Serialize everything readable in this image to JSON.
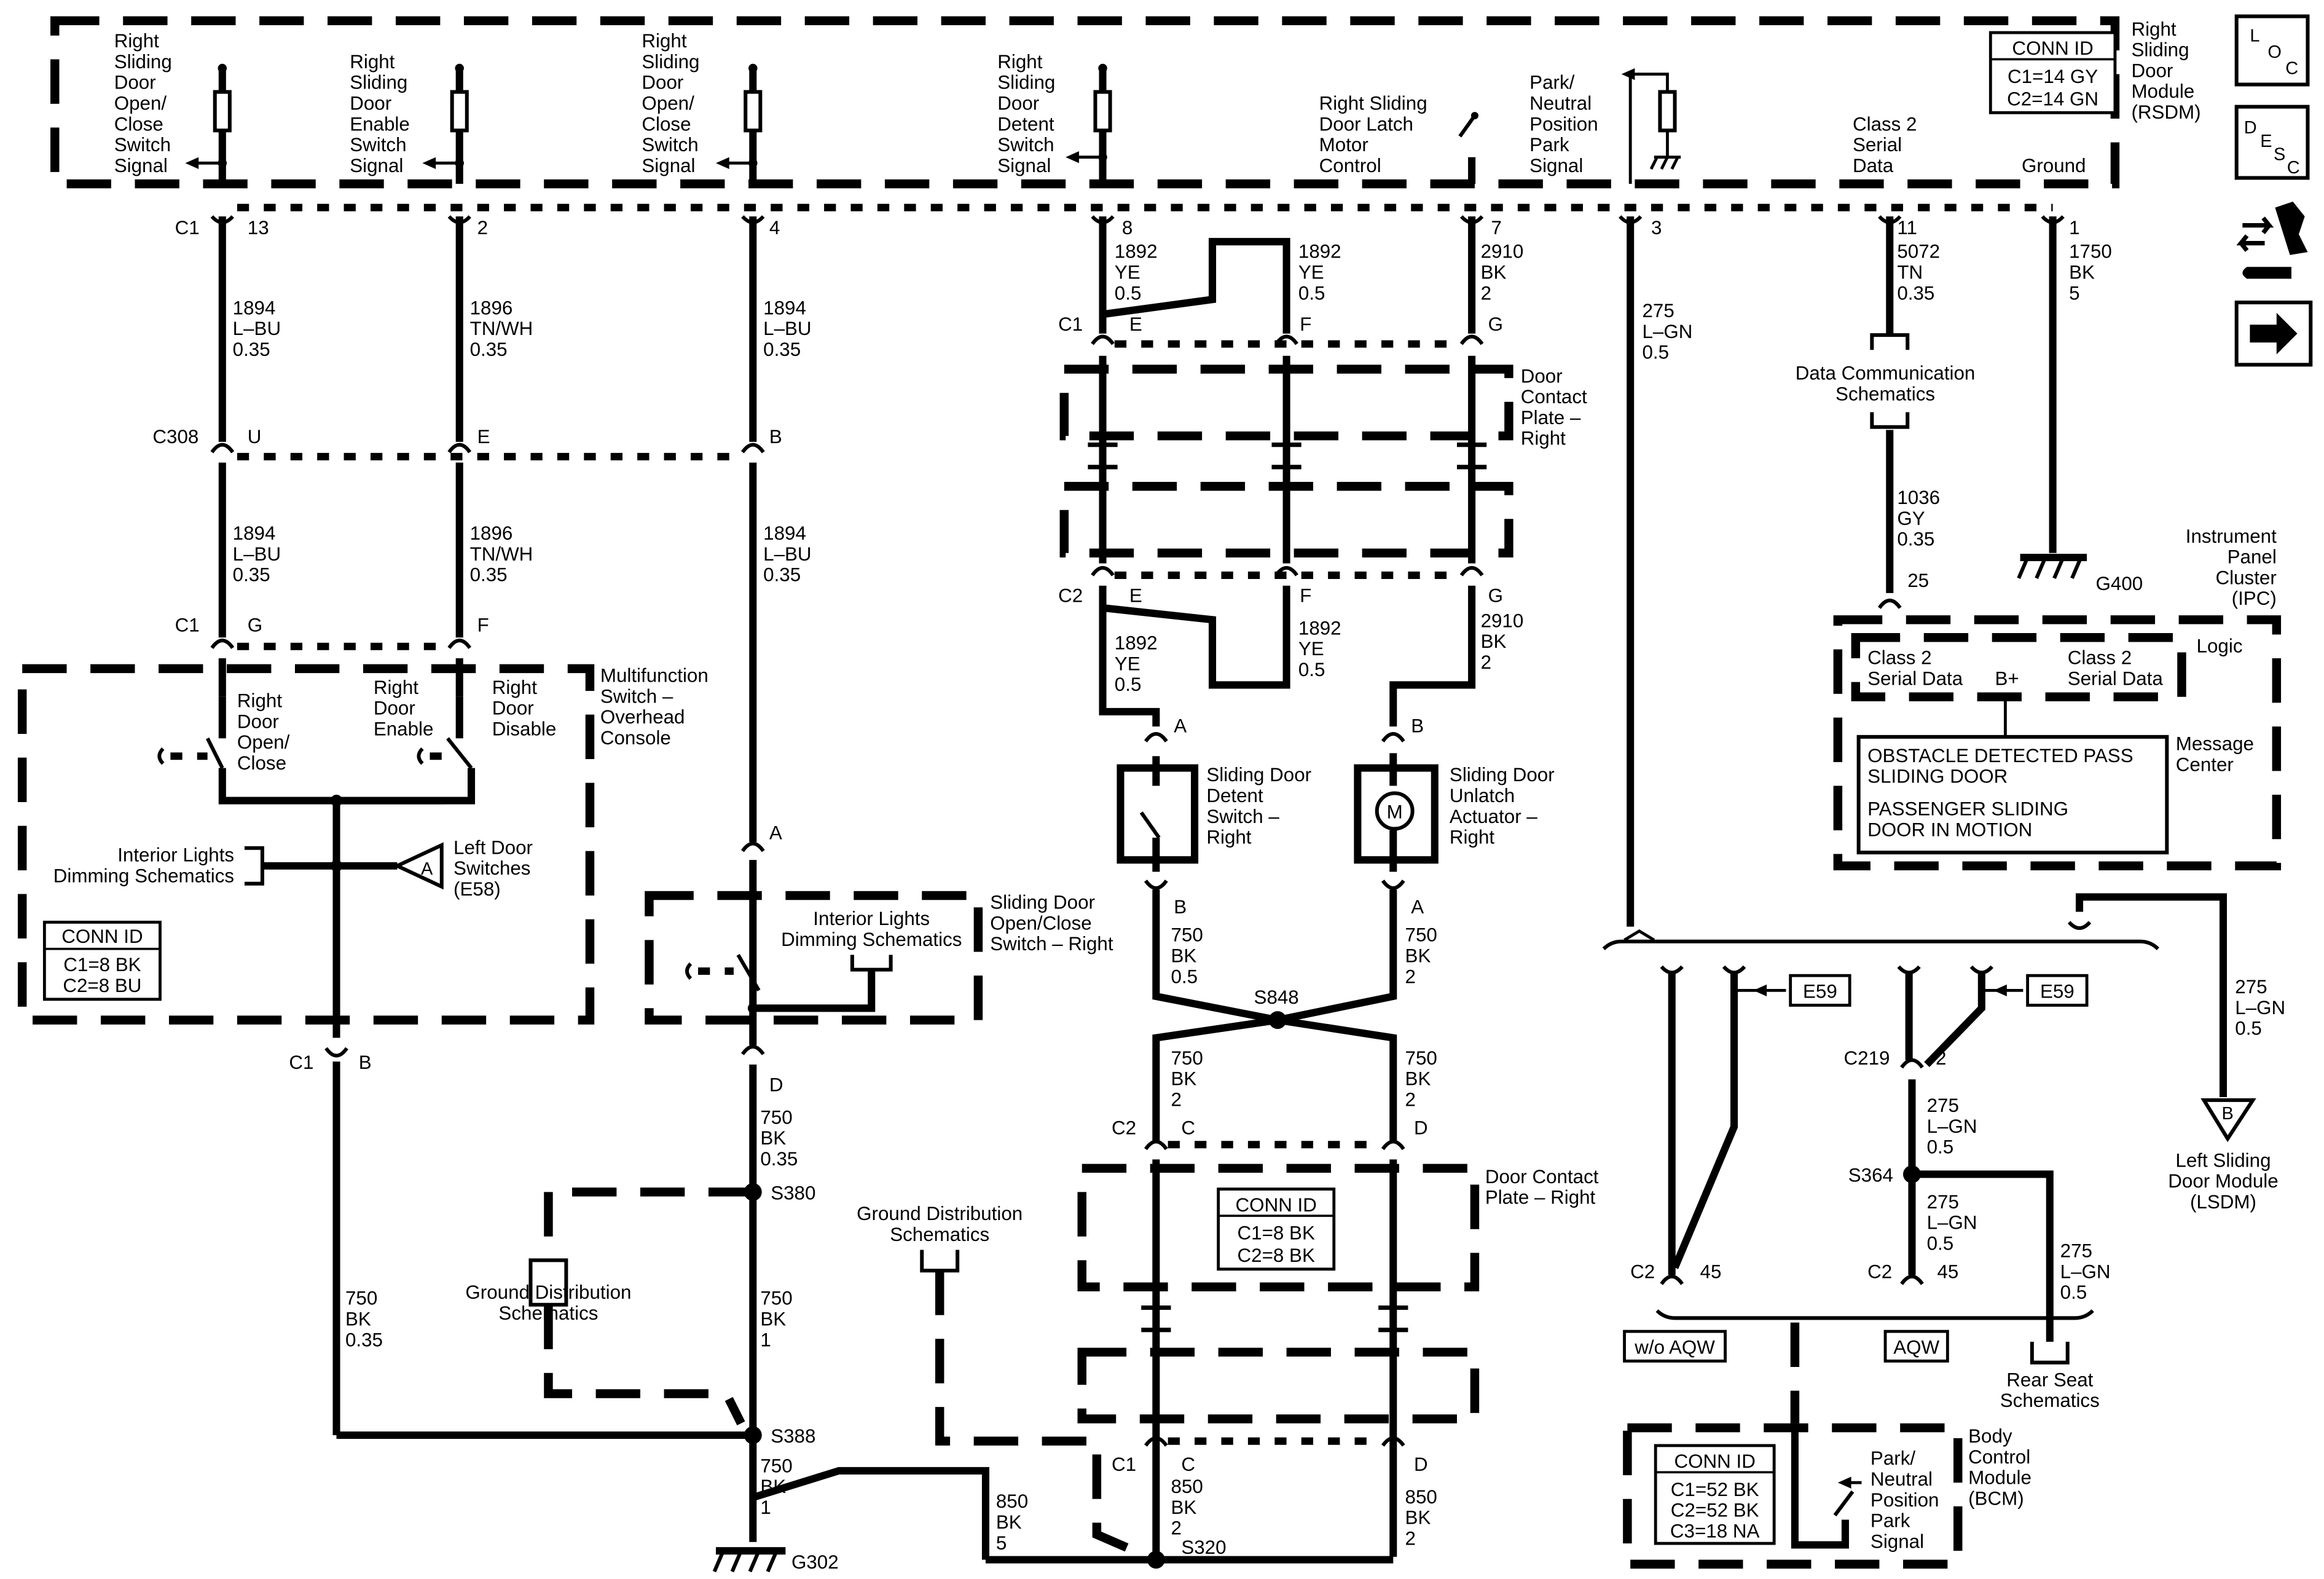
{
  "sidebar": {
    "loc": [
      "L",
      "O",
      "C"
    ],
    "desc": [
      "D",
      "E",
      "S",
      "C"
    ]
  },
  "rsdm": {
    "title_lines": [
      "Right",
      "Sliding",
      "Door",
      "Module",
      "(RSDM)"
    ],
    "conn_id": {
      "title": "CONN ID",
      "rows": [
        "C1=14 GY",
        "C2=14 GN"
      ]
    },
    "signals": [
      {
        "lines": [
          "Right",
          "Sliding",
          "Door",
          "Open/",
          "Close",
          "Switch",
          "Signal"
        ]
      },
      {
        "lines": [
          "Right",
          "Sliding",
          "Door",
          "Enable",
          "Switch",
          "Signal"
        ]
      },
      {
        "lines": [
          "Right",
          "Sliding",
          "Door",
          "Open/",
          "Close",
          "Switch",
          "Signal"
        ]
      },
      {
        "lines": [
          "Right",
          "Sliding",
          "Door",
          "Detent",
          "Switch",
          "Signal"
        ]
      },
      {
        "lines": [
          "Right Sliding",
          "Door Latch",
          "Motor",
          "Control"
        ]
      },
      {
        "lines": [
          "Park/",
          "Neutral",
          "Position",
          "Park",
          "Signal"
        ]
      },
      {
        "lines": [
          "Class 2",
          "Serial",
          "Data"
        ]
      },
      {
        "lines": [
          "Ground"
        ]
      }
    ],
    "connector_label": "C1",
    "pins": [
      "13",
      "2",
      "4",
      "8",
      "7",
      "3",
      "11",
      "1"
    ]
  },
  "wires": {
    "w1894_top": [
      "1894",
      "L–BU",
      "0.35"
    ],
    "w1896_top": [
      "1896",
      "TN/WH",
      "0.35"
    ],
    "w1894_c4": [
      "1894",
      "L–BU",
      "0.35"
    ],
    "w1892_top_e": [
      "1892",
      "YE",
      "0.5"
    ],
    "w1892_top_f": [
      "1892",
      "YE",
      "0.5"
    ],
    "w2910_top": [
      "2910",
      "BK",
      "2"
    ],
    "w275_top": [
      "275",
      "L–GN",
      "0.5"
    ],
    "w5072": [
      "5072",
      "TN",
      "0.35"
    ],
    "w1750": [
      "1750",
      "BK",
      "5"
    ],
    "w1894_mid": [
      "1894",
      "L–BU",
      "0.35"
    ],
    "w1896_mid": [
      "1896",
      "TN/WH",
      "0.35"
    ],
    "w1894_mid_c4": [
      "1894",
      "L–BU",
      "0.35"
    ],
    "w1892_bot_e": [
      "1892",
      "YE",
      "0.5"
    ],
    "w1892_bot_f": [
      "1892",
      "YE",
      "0.5"
    ],
    "w2910_bot": [
      "2910",
      "BK",
      "2"
    ],
    "w1036": [
      "1036",
      "GY",
      "0.35"
    ],
    "w750_b": [
      "750",
      "BK",
      "0.5"
    ],
    "w750_a": [
      "750",
      "BK",
      "2"
    ],
    "w750_c2c": [
      "750",
      "BK",
      "2"
    ],
    "w750_c2d": [
      "750",
      "BK",
      "2"
    ],
    "w750_d": [
      "750",
      "BK",
      "0.35"
    ],
    "w750_s380": [
      "750",
      "BK",
      "1"
    ],
    "w750_left": [
      "750",
      "BK",
      "0.35"
    ],
    "w750_s388": [
      "750",
      "BK",
      "1"
    ],
    "w850_left": [
      "850",
      "BK",
      "5"
    ],
    "w850_c": [
      "850",
      "BK",
      "2"
    ],
    "w850_d": [
      "850",
      "BK",
      "2"
    ],
    "w275_lsdm": [
      "275",
      "L–GN",
      "0.5"
    ],
    "w275_c219": [
      "275",
      "L–GN",
      "0.5"
    ],
    "w275_s364": [
      "275",
      "L–GN",
      "0.5"
    ],
    "w275_rear": [
      "275",
      "L–GN",
      "0.5"
    ]
  },
  "connectors": {
    "c308": "C308",
    "c308_pins": [
      "U",
      "E",
      "B"
    ],
    "c1g": "C1",
    "c1_pins": [
      "G",
      "F"
    ],
    "c1b": "C1",
    "c1b_pin": "B",
    "pinA": "A",
    "pinD": "D",
    "c1_door": "C1",
    "c1_door_pins": [
      "E",
      "F",
      "G"
    ],
    "c2_door": "C2",
    "c2_door_pins": [
      "E",
      "F",
      "G"
    ],
    "detent_pins": [
      "A",
      "B"
    ],
    "actuator_pins": [
      "B",
      "A"
    ],
    "c2_lower": "C2",
    "c2_lower_pins": [
      "C",
      "D"
    ],
    "c1_lower": "C1",
    "c1_lower_pins": [
      "C",
      "D"
    ],
    "c2_45a": "C2",
    "c2_45b": "C2",
    "pin45": "45",
    "pin45b": "45",
    "c219": "C219",
    "c219_pin": "2",
    "ipc_pin": "25"
  },
  "splices": {
    "s848": "S848",
    "s380": "S380",
    "s388": "S388",
    "s320": "S320",
    "s364": "S364"
  },
  "grounds": {
    "g302": "G302",
    "g400": "G400"
  },
  "components": {
    "multifunction": [
      "Multifunction",
      "Switch –",
      "Overhead",
      "Console"
    ],
    "mf_conn": {
      "title": "CONN ID",
      "rows": [
        "C1=8 BK",
        "C2=8 BU"
      ]
    },
    "right_door_oc": [
      "Right",
      "Door",
      "Open/",
      "Close"
    ],
    "right_door_enable": [
      "Right",
      "Door",
      "Enable"
    ],
    "right_door_disable": [
      "Right",
      "Door",
      "Disable"
    ],
    "interior_dimming": [
      "Interior Lights",
      "Dimming Schematics"
    ],
    "left_door_switches": [
      "Left Door",
      "Switches",
      "(E58)"
    ],
    "left_door_ref": "A",
    "oc_switch": [
      "Sliding Door",
      "Open/Close",
      "Switch – Right"
    ],
    "oc_dimming": [
      "Interior Lights",
      "Dimming Schematics"
    ],
    "door_contact_plate": [
      "Door",
      "Contact",
      "Plate –",
      "Right"
    ],
    "detent_switch": [
      "Sliding Door",
      "Detent",
      "Switch –",
      "Right"
    ],
    "unlatch_actuator": [
      "Sliding Door",
      "Unlatch",
      "Actuator –",
      "Right"
    ],
    "motor_symbol": "M",
    "door_contact_plate2": [
      "Door Contact",
      "Plate – Right"
    ],
    "plate2_conn": {
      "title": "CONN ID",
      "rows": [
        "C1=8 BK",
        "C2=8 BK"
      ]
    },
    "ground_dist_1": [
      "Ground Distribution",
      "Schematics"
    ],
    "ground_dist_2": [
      "Ground Distribution",
      "Schematics"
    ],
    "data_comm": [
      "Data Communication",
      "Schematics"
    ],
    "ipc_title": [
      "Instrument",
      "Panel",
      "Cluster",
      "(IPC)"
    ],
    "ipc_logic": "Logic",
    "ipc_class2_left": [
      "Class 2",
      "Serial Data"
    ],
    "ipc_bplus": "B+",
    "ipc_class2_right": [
      "Class 2",
      "Serial Data"
    ],
    "message_center": [
      "Message",
      "Center"
    ],
    "msg_lines": [
      "OBSTACLE DETECTED PASS",
      "SLIDING DOOR",
      "PASSENGER SLIDING",
      "DOOR IN MOTION"
    ],
    "e59a": "E59",
    "e59b": "E59",
    "lsdm_ref": "B",
    "lsdm": [
      "Left Sliding",
      "Door Module",
      "(LSDM)"
    ],
    "rear_seat": [
      "Rear Seat",
      "Schematics"
    ],
    "wo_aqw": "w/o AQW",
    "aqw": "AQW",
    "bcm_conn": {
      "title": "CONN ID",
      "rows": [
        "C1=52 BK",
        "C2=52 BK",
        "C3=18 NA"
      ]
    },
    "bcm_park": [
      "Park/",
      "Neutral",
      "Position",
      "Park",
      "Signal"
    ],
    "bcm_title": [
      "Body",
      "Control",
      "Module",
      "(BCM)"
    ]
  }
}
